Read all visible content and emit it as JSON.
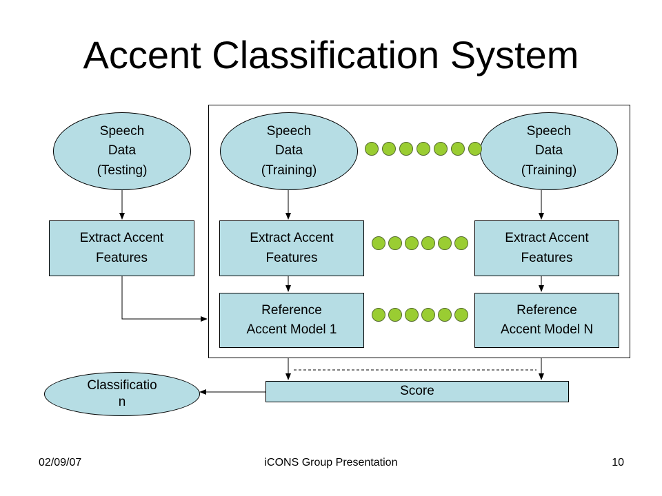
{
  "slide": {
    "title": "Accent Classification System",
    "footer_date": "02/09/07",
    "footer_center": "iCONS Group Presentation",
    "page_number": "10"
  },
  "nodes": {
    "speech_testing": "Speech\nData\n(Testing)",
    "speech_training_1": "Speech\nData\n(Training)",
    "speech_training_n": "Speech\nData\n(Training)",
    "extract_testing": "Extract Accent\nFeatures",
    "extract_training_1": "Extract Accent\nFeatures",
    "extract_training_n": "Extract Accent\nFeatures",
    "model_1": "Reference\nAccent Model 1",
    "model_n": "Reference\nAccent Model N",
    "score": "Score",
    "classification": "Classificatio\nn"
  },
  "colors": {
    "node_fill": "#b6dde4",
    "dot_fill": "#9acd32"
  }
}
